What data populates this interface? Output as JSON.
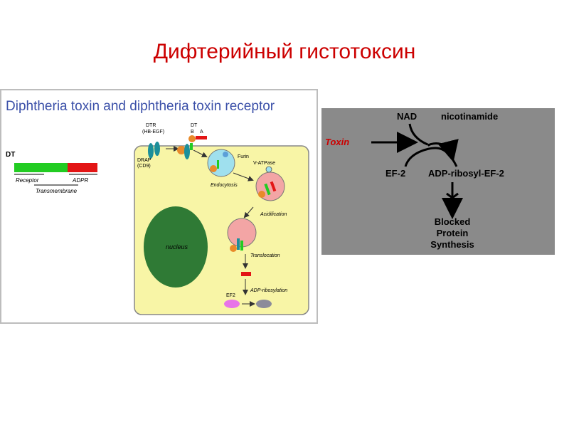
{
  "slide": {
    "title": "Дифтерийный гистотоксин"
  },
  "left_figure": {
    "title": "Diphtheria toxin and diphtheria toxin receptor",
    "dt_label": "DT",
    "bar_labels": {
      "receptor": "Receptor",
      "adpr": "ADPR",
      "transmembrane": "Transmembrane"
    },
    "dtr_label_1": "DTR",
    "dtr_label_2": "(HB-EGF)",
    "dt_top_label": "DT",
    "b_label": "B",
    "a_label": "A",
    "drap_label_1": "DRAP",
    "drap_label_2": "(CD9)",
    "furin_label": "Furin",
    "endocytosis_label": "Endocytosis",
    "vatpase_label": "V-ATPase",
    "acidification_label": "Acidification",
    "nucleus_label": "nucleus",
    "translocation_label": "Translocation",
    "adp_ribosylation_label": "ADP-ribosylation",
    "ef2_label": "EF2",
    "colors": {
      "cell": "#f8f5a6",
      "nucleus": "#2f7a35",
      "receptor": "#1c8f9a",
      "green_bar": "#22cc22",
      "red_bar": "#e31515",
      "vesicle": "#f3a5a5",
      "endosome": "#9fe0ee",
      "ef2": "#e874e8",
      "ef2_modified": "#8c8c9a"
    }
  },
  "right_figure": {
    "nad_label": "NAD",
    "nicotinamide_label": "nicotinamide",
    "toxin_label": "Toxin",
    "ef2_label": "EF-2",
    "adp_ribosyl_label": "ADP-ribosyl-EF-2",
    "blocked_line1": "Blocked",
    "blocked_line2": "Protein",
    "blocked_line3": "Synthesis",
    "colors": {
      "background": "#8a8a8a",
      "toxin": "#cc0000",
      "text": "#000000"
    }
  }
}
